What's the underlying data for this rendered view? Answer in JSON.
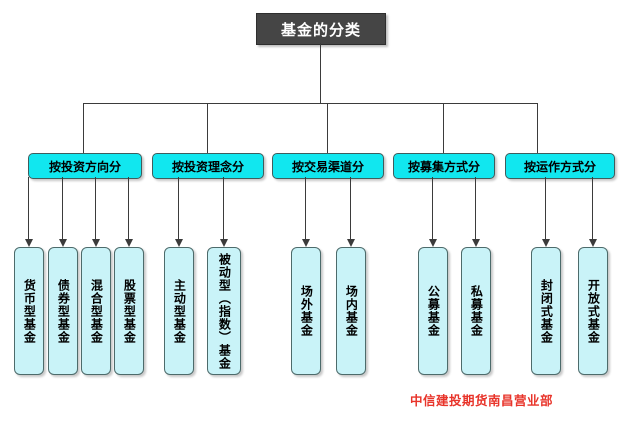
{
  "diagram": {
    "title": "基金的分类",
    "categories": [
      {
        "label": "按投资方向分"
      },
      {
        "label": "按投资理念分"
      },
      {
        "label": "按交易渠道分"
      },
      {
        "label": "按募集方式分"
      },
      {
        "label": "按运作方式分"
      }
    ],
    "leaves": [
      {
        "label": "货币型基金",
        "parent": "按投资方向分"
      },
      {
        "label": "债券型基金",
        "parent": "按投资方向分"
      },
      {
        "label": "混合型基金",
        "parent": "按投资方向分"
      },
      {
        "label": "股票型基金",
        "parent": "按投资方向分"
      },
      {
        "label": "主动型基金",
        "parent": "按投资理念分"
      },
      {
        "label": "被动型（指数）基金",
        "parent": "按投资理念分"
      },
      {
        "label": "场外基金",
        "parent": "按交易渠道分"
      },
      {
        "label": "场内基金",
        "parent": "按交易渠道分"
      },
      {
        "label": "公募基金",
        "parent": "按募集方式分"
      },
      {
        "label": "私募基金",
        "parent": "按募集方式分"
      },
      {
        "label": "封闭式基金",
        "parent": "按运作方式分"
      },
      {
        "label": "开放式基金",
        "parent": "按运作方式分"
      }
    ],
    "footer": "中信建投期货南昌营业部",
    "colors": {
      "title_fill": "#454545",
      "title_text": "#ffffff",
      "category_fill": "#11e7ef",
      "leaf_fill": "#c9f3f8",
      "border": "#4d6b6b",
      "connector": "#3b3b3b",
      "footer_text": "#e8342a"
    }
  }
}
